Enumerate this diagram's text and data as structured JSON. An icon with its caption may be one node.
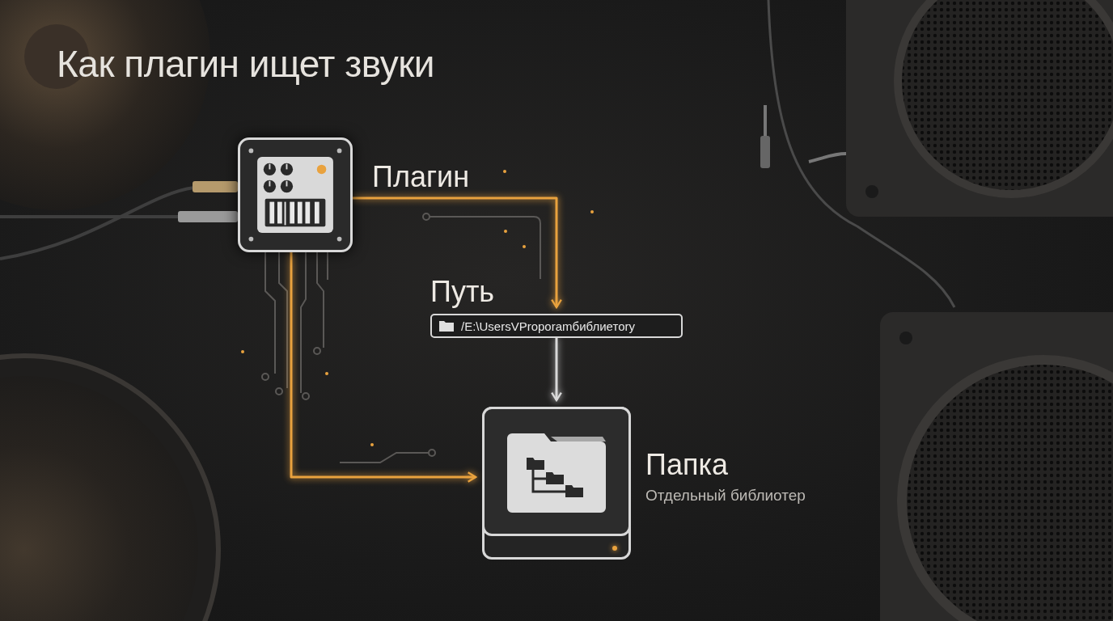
{
  "diagram": {
    "title": "Как плагин ищет звуки",
    "nodes": [
      {
        "text": [],
        "shape": "picture",
        "beside": [
          "Плагин"
        ]
      },
      {
        "text": [
          "/E:\\UsersVProporamбиблиетory"
        ],
        "beside": [
          "Путь"
        ]
      },
      {
        "text": [],
        "shape": "picture",
        "beside": [
          "Папка",
          "Отдельный библиотер"
        ]
      }
    ],
    "edges": [
      {
        "from": 0,
        "to": 1,
        "arrow": "to"
      },
      {
        "from": 1,
        "to": 2,
        "arrow": "to",
        "color": "#d9d9d9"
      },
      {
        "from": 0,
        "to": 2,
        "arrow": "to"
      }
    ]
  }
}
